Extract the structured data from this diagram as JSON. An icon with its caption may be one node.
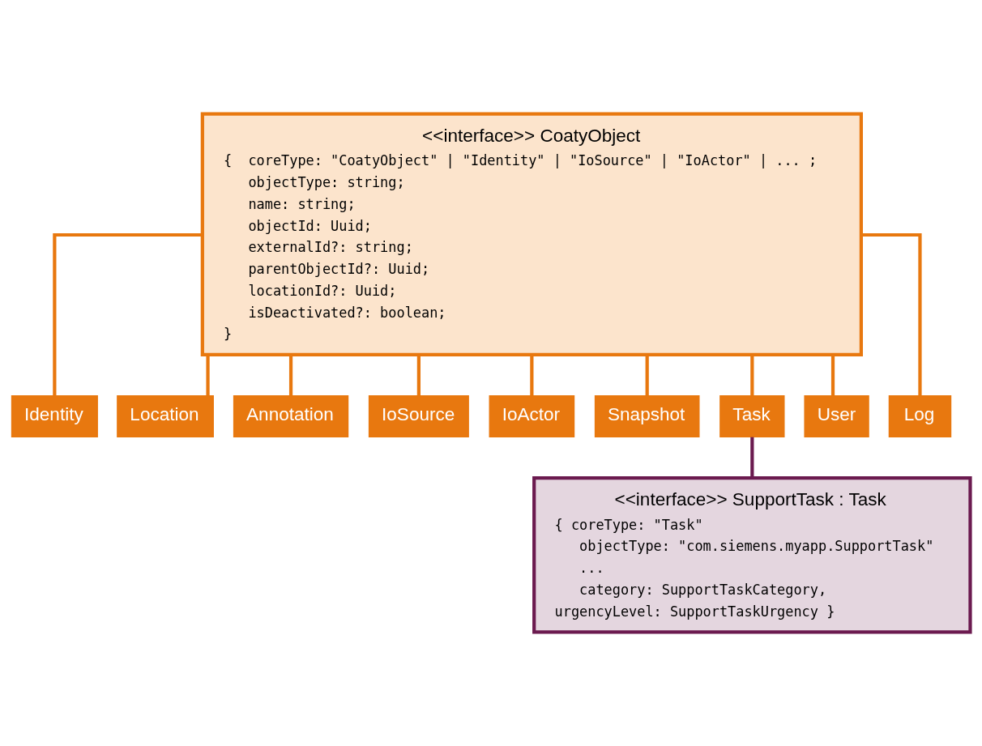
{
  "diagram": {
    "nodes": [
      {
        "text": [
          "<<interface>> CoatyObject",
          "{  coreType: \"CoatyObject\" | \"Identity\" | \"IoSource\" | \"IoActor\" | ... ;",
          "objectType: string;",
          "name: string;",
          "objectId: Uuid;",
          "externalId?: string;",
          "parentObjectId?: Uuid;",
          "locationId?: Uuid;",
          "isDeactivated?: boolean;",
          "}"
        ]
      },
      {
        "text": [
          "Identity"
        ]
      },
      {
        "text": [
          "Location"
        ]
      },
      {
        "text": [
          "Annotation"
        ]
      },
      {
        "text": [
          "IoSource"
        ]
      },
      {
        "text": [
          "IoActor"
        ]
      },
      {
        "text": [
          "Snapshot"
        ]
      },
      {
        "text": [
          "Task"
        ]
      },
      {
        "text": [
          "User"
        ]
      },
      {
        "text": [
          "Log"
        ]
      },
      {
        "text": [
          "<<interface>> SupportTask : Task",
          "{ coreType: \"Task\"",
          "objectType: \"com.siemens.myapp.SupportTask\"",
          "...",
          "category: SupportTaskCategory,",
          "urgencyLevel: SupportTaskUrgency }"
        ]
      }
    ],
    "edges": [
      {
        "from": 0,
        "to": 1,
        "arrow": "none"
      },
      {
        "from": 0,
        "to": 2,
        "arrow": "none"
      },
      {
        "from": 0,
        "to": 3,
        "arrow": "none"
      },
      {
        "from": 0,
        "to": 4,
        "arrow": "none"
      },
      {
        "from": 0,
        "to": 5,
        "arrow": "none"
      },
      {
        "from": 0,
        "to": 6,
        "arrow": "none"
      },
      {
        "from": 0,
        "to": 7,
        "arrow": "none"
      },
      {
        "from": 0,
        "to": 8,
        "arrow": "none"
      },
      {
        "from": 0,
        "to": 9,
        "arrow": "none"
      },
      {
        "from": 7,
        "to": 10,
        "arrow": "none",
        "color": "#6b1a4f"
      }
    ]
  }
}
